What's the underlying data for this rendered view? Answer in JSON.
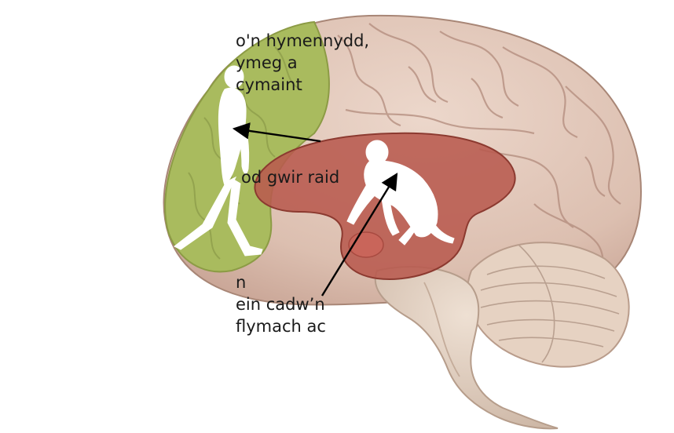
{
  "labels": {
    "top_lines": [
      "o'n hymennydd,",
      "ymeg a",
      "cymaint"
    ],
    "middle_line": "od gwir raid",
    "bottom_lines": [
      "n",
      "ein cadw’n",
      "",
      "flymach ac"
    ]
  },
  "icons": {
    "upper": "walking-human-silhouette",
    "inner": "crouching-ape-silhouette"
  },
  "colors": {
    "prefrontal": "#a9bb5e",
    "limbic": "#b85a4e",
    "brain_tissue": "#dcbfb0",
    "arrow": "#000000"
  }
}
